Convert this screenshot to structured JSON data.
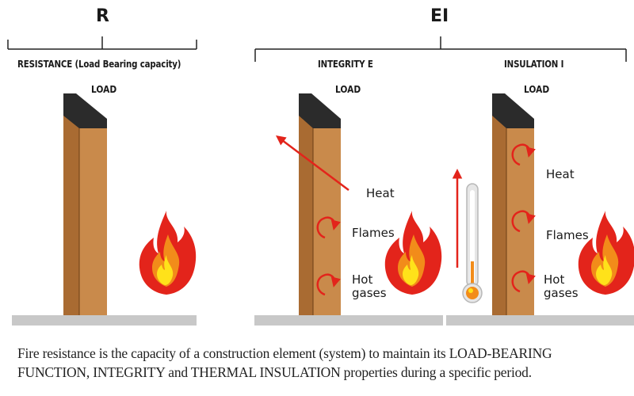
{
  "header": {
    "r_label": "R",
    "ei_label": "EI",
    "r_caption": "RESISTANCE (Load Bearing capacity)",
    "integrity_caption": "INTEGRITY E",
    "insulation_caption": "INSULATION I"
  },
  "panels": {
    "resistance": {
      "load": "LOAD"
    },
    "integrity": {
      "load": "LOAD",
      "heat": "Heat",
      "flames": "Flames",
      "hot_gases": "Hot\ngases"
    },
    "insulation": {
      "load": "LOAD",
      "heat": "Heat",
      "flames": "Flames",
      "hot_gases": "Hot\ngases"
    }
  },
  "caption": {
    "line1": "Fire resistance is the capacity of a construction element (system) to maintain its LOAD-BEARING",
    "line2": "FUNCTION, INTEGRITY and THERMAL INSULATION properties during a specific period."
  },
  "colors": {
    "wall_front": "#c98a4b",
    "wall_side": "#a96b32",
    "wall_top": "#2b2b2b",
    "ground": "#c8c8c8",
    "arrow_red": "#e3241b",
    "flame_red": "#e3241b",
    "flame_orange": "#f28c1a",
    "flame_yellow": "#ffe21a"
  }
}
